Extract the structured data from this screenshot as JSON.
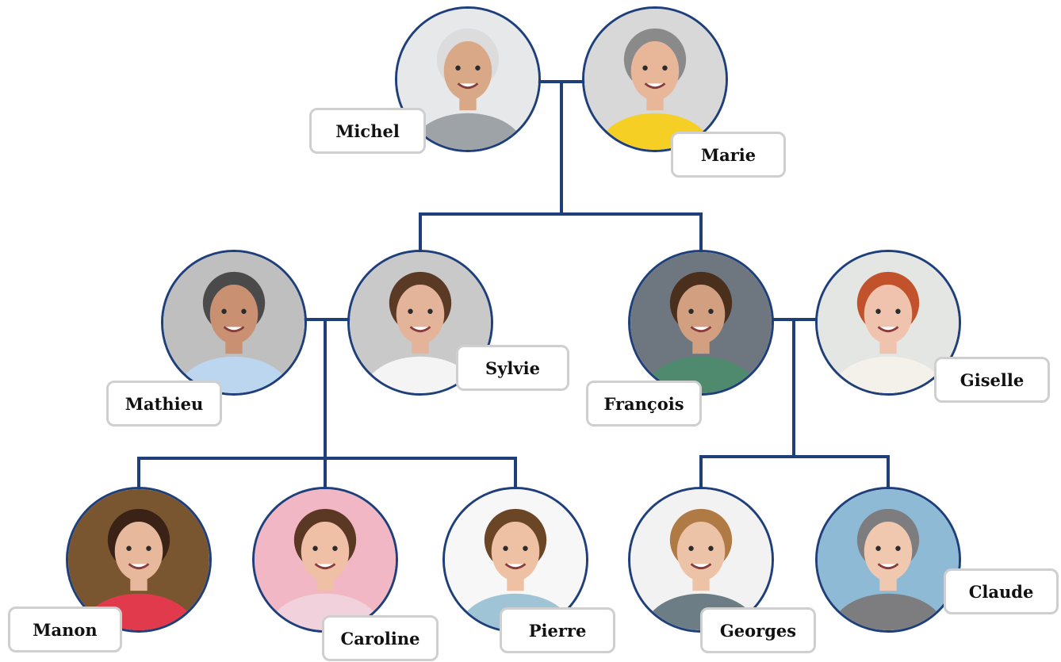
{
  "people": [
    {
      "id": "michel",
      "name": "Michel",
      "bg": "#e6e8ea",
      "skin": "#d9a987",
      "hair": "#dcdcdc",
      "shirt": "#9ea3a7"
    },
    {
      "id": "marie",
      "name": "Marie",
      "bg": "#d8d8d8",
      "skin": "#e8b79a",
      "hair": "#8a8a8a",
      "shirt": "#f6cf24"
    },
    {
      "id": "mathieu",
      "name": "Mathieu",
      "bg": "#bfbfbf",
      "skin": "#c99071",
      "hair": "#4a4a4a",
      "shirt": "#bcd6ef"
    },
    {
      "id": "sylvie",
      "name": "Sylvie",
      "bg": "#c9c9c9",
      "skin": "#e3b39a",
      "hair": "#5a3a24",
      "shirt": "#f4f4f4"
    },
    {
      "id": "francois",
      "name": "François",
      "bg": "#6e7780",
      "skin": "#d29f80",
      "hair": "#4a2f1d",
      "shirt": "#4f8a6e"
    },
    {
      "id": "giselle",
      "name": "Giselle",
      "bg": "#e4e6e3",
      "skin": "#efc3ad",
      "hair": "#c2522b",
      "shirt": "#f3f1ea"
    },
    {
      "id": "manon",
      "name": "Manon",
      "bg": "#7a5630",
      "skin": "#e8b89c",
      "hair": "#3a2316",
      "shirt": "#e23a4d"
    },
    {
      "id": "caroline",
      "name": "Caroline",
      "bg": "#f2b7c4",
      "skin": "#efbfa6",
      "hair": "#5a3824",
      "shirt": "#f1d2dc"
    },
    {
      "id": "pierre",
      "name": "Pierre",
      "bg": "#f7f7f7",
      "skin": "#efc1a4",
      "hair": "#6a4526",
      "shirt": "#9fc4d6"
    },
    {
      "id": "georges",
      "name": "Georges",
      "bg": "#f2f2f2",
      "skin": "#edc3a8",
      "hair": "#b07a45",
      "shirt": "#6c7d86"
    },
    {
      "id": "claude",
      "name": "Claude",
      "bg": "#8fbad6",
      "skin": "#f0c8b0",
      "hair": "#7d7d80",
      "shirt": "#7d7d80"
    }
  ],
  "line_color": "#1f3f7a"
}
